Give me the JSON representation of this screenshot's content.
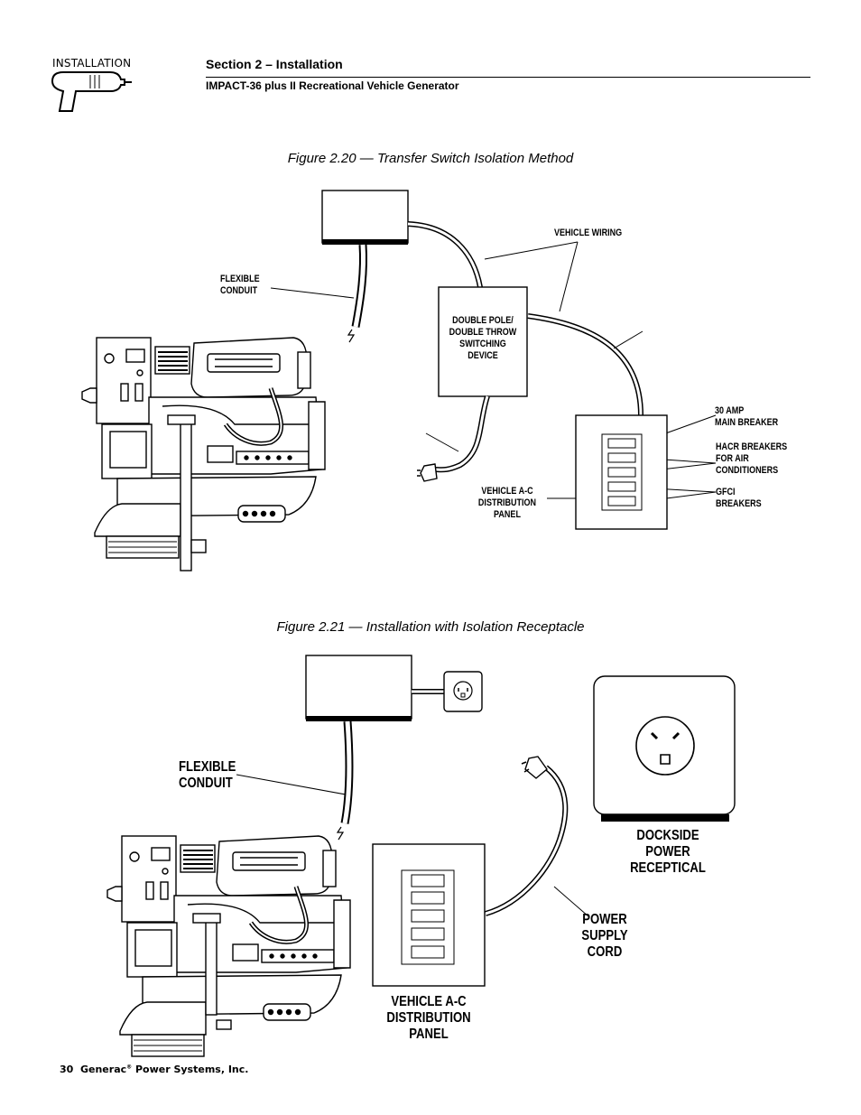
{
  "header": {
    "badge_label": "INSTALLATION",
    "section_title": "Section 2 – Installation",
    "subtitle": "IMPACT-36 plus II Recreational Vehicle Generator"
  },
  "figure_20": {
    "caption": "Figure 2.20 — Transfer Switch Isolation Method",
    "labels": {
      "vehicle_wiring": "VEHICLE WIRING",
      "flexible_conduit": "FLEXIBLE\nCONDUIT",
      "switching_device": "DOUBLE POLE/\nDOUBLE THROW\nSWITCHING\nDEVICE",
      "main_breaker": "30 AMP\nMAIN BREAKER",
      "hacr_breakers": "HACR BREAKERS\nFOR AIR\nCONDITIONERS",
      "gfci_breakers": "GFCI\nBREAKERS",
      "distribution_panel": "VEHICLE A-C\nDISTRIBUTION\nPANEL"
    }
  },
  "figure_21": {
    "caption": "Figure 2.21 — Installation with Isolation Receptacle",
    "labels": {
      "flexible_conduit": "FLEXIBLE\nCONDUIT",
      "dockside_receptacle": "DOCKSIDE\nPOWER\nRECEPTICAL",
      "power_supply_cord": "POWER\nSUPPLY\nCORD",
      "distribution_panel": "VEHICLE A-C\nDISTRIBUTION\nPANEL"
    }
  },
  "footer": {
    "page_number": "30",
    "company": "Generac",
    "company_suffix": " Power Systems, Inc.",
    "registered_mark": "®"
  }
}
